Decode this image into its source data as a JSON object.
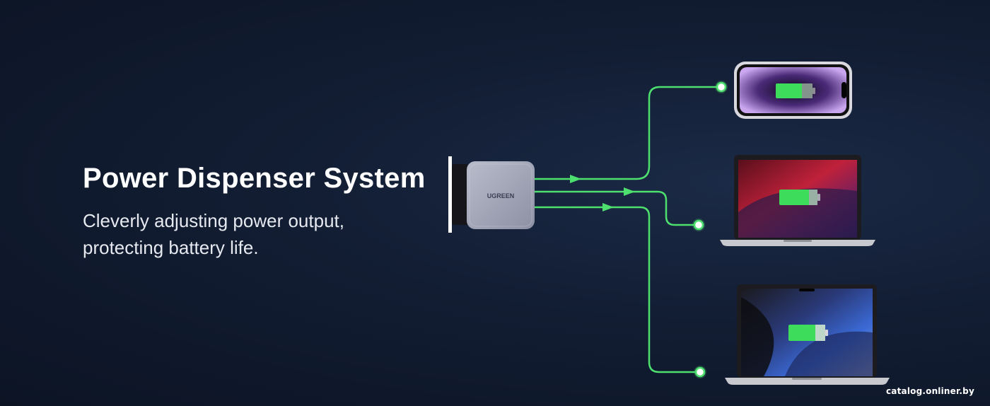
{
  "headline": "Power Dispenser System",
  "subtitle_lines": [
    "Cleverly adjusting power output,",
    "protecting battery life."
  ],
  "charger_brand": "UGREEN",
  "watermark": "catalog.onliner.by",
  "devices": [
    "phone-icon",
    "laptop-13-icon",
    "laptop-16-icon"
  ],
  "colors": {
    "line": "#4ee06f",
    "battery": "#3ddc5a",
    "background": "#121d33"
  }
}
